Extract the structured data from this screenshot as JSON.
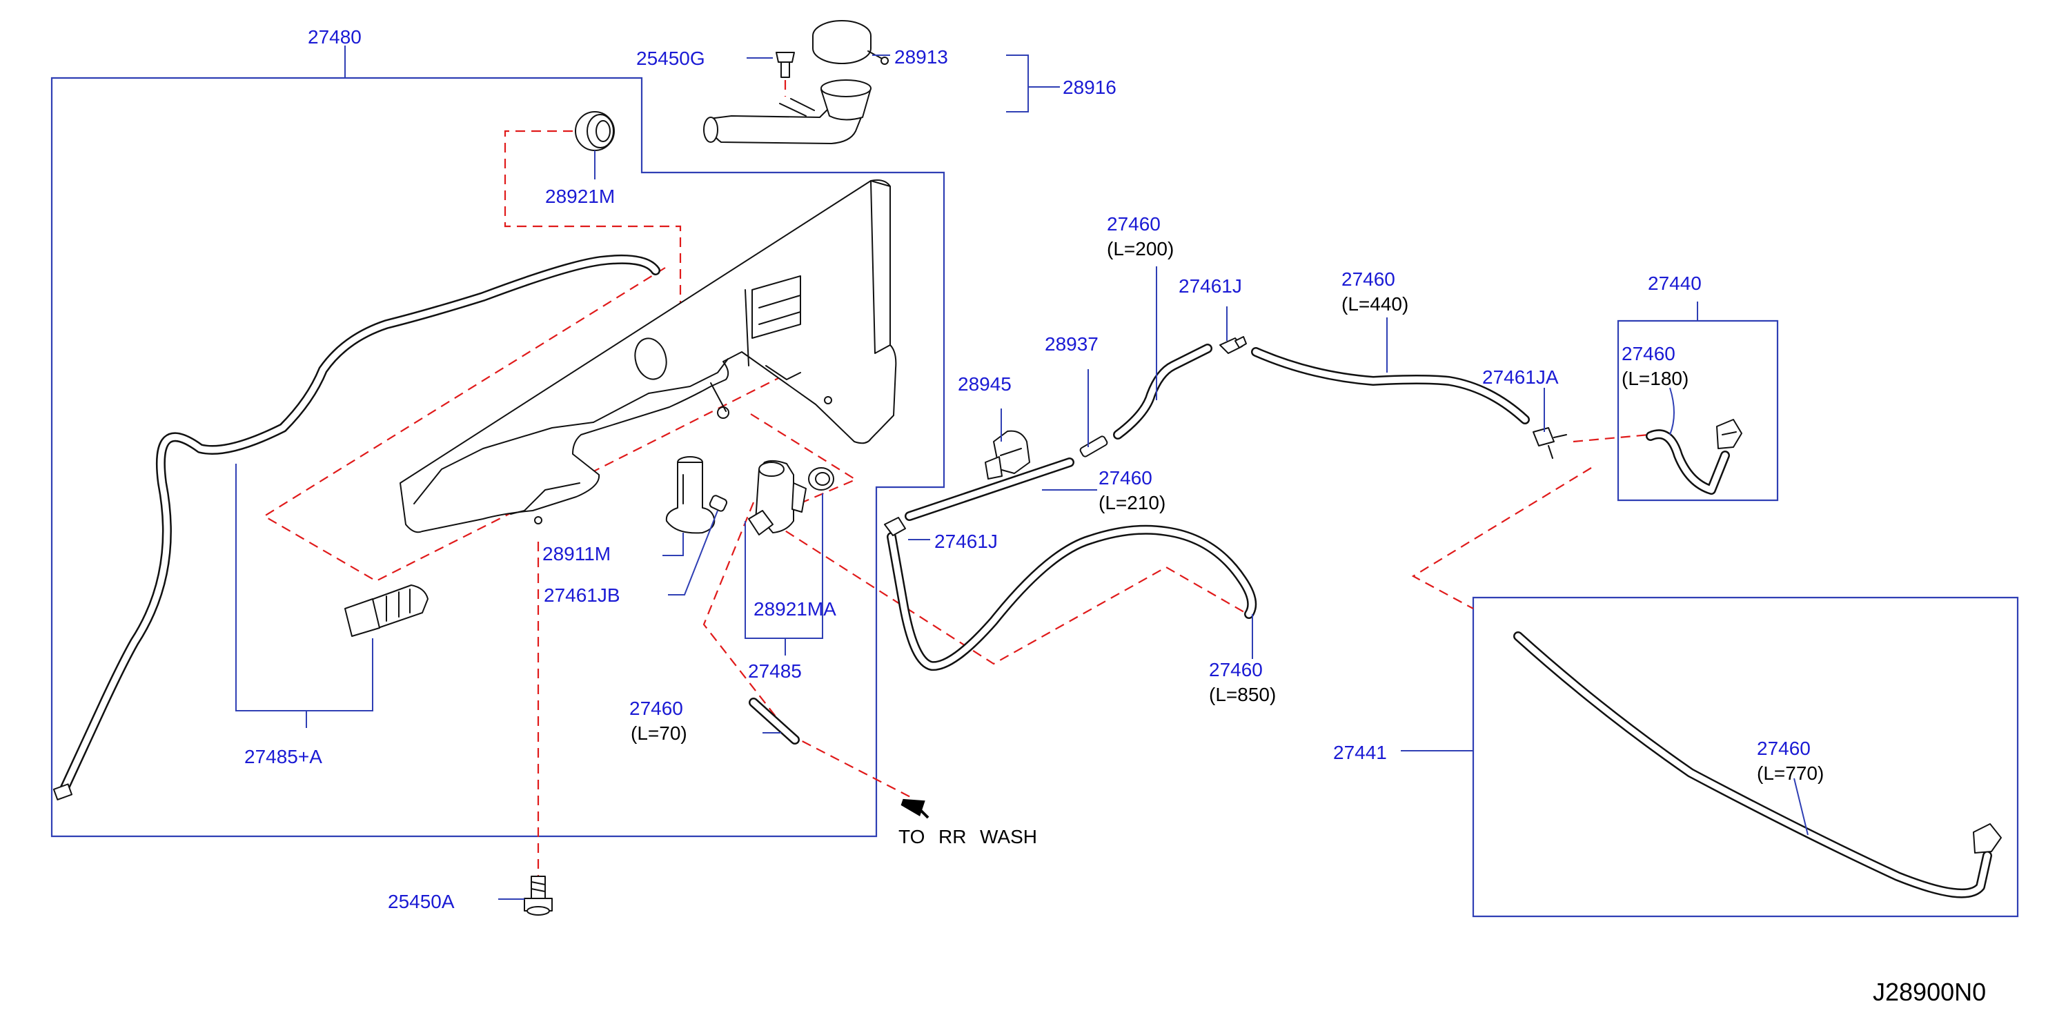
{
  "labels": {
    "p27480": "27480",
    "p25450G": "25450G",
    "p28913": "28913",
    "p28916": "28916",
    "p28921M": "28921M",
    "p28911M": "28911M",
    "p27461JB": "27461JB",
    "p28921MA": "28921MA",
    "p27485": "27485",
    "p27485A": "27485+A",
    "p27460_70": "27460",
    "len_70": "(L=70)",
    "p25450A": "25450A",
    "p28945": "28945",
    "p28937": "28937",
    "p27460_200": "27460",
    "len_200": "(L=200)",
    "p27461J_top": "27461J",
    "p27460_210": "27460",
    "len_210": "(L=210)",
    "p27461J_mid": "27461J",
    "p27460_850": "27460",
    "len_850": "(L=850)",
    "p27460_440": "27460",
    "len_440": "(L=440)",
    "p27461JA": "27461JA",
    "p27440": "27440",
    "p27460_180": "27460",
    "len_180": "(L=180)",
    "p27441": "27441",
    "p27460_770": "27460",
    "len_770": "(L=770)"
  },
  "note": {
    "to": "TO",
    "rr": "RR",
    "wash": "WASH"
  },
  "diagram_id": "J28900N0"
}
